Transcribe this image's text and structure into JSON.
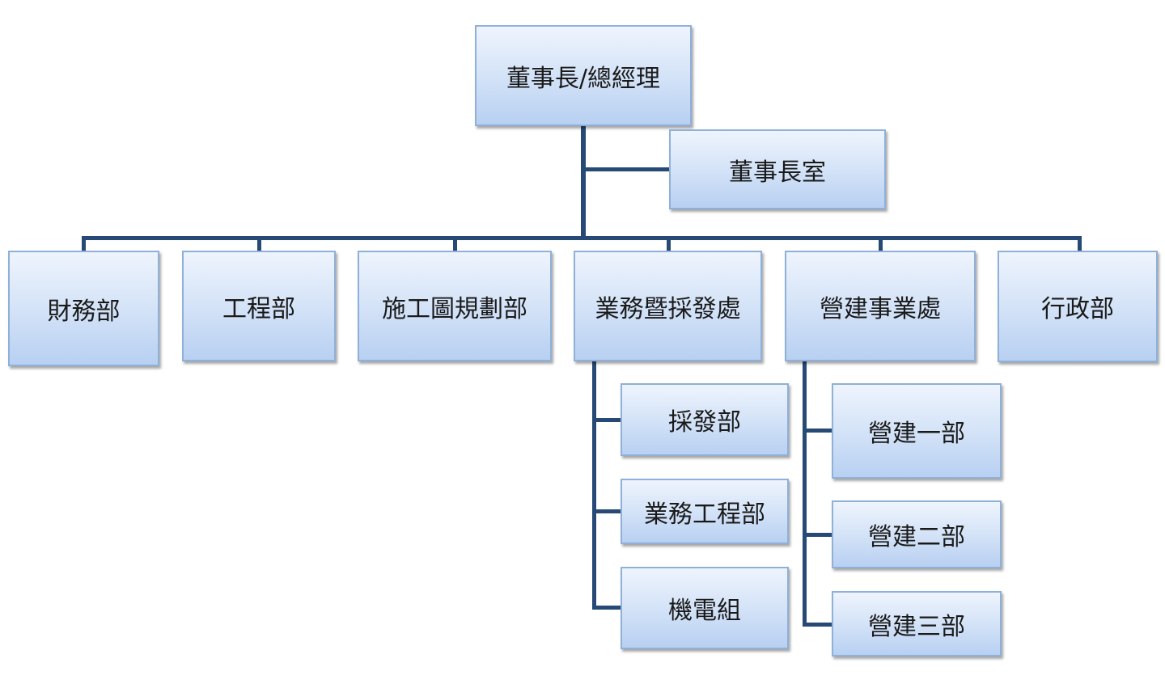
{
  "org_chart": {
    "root": {
      "label": "董事長/總經理"
    },
    "assistant": {
      "label": "董事長室"
    },
    "departments": [
      {
        "label": "財務部",
        "children": []
      },
      {
        "label": "工程部",
        "children": []
      },
      {
        "label": "施工圖規劃部",
        "children": []
      },
      {
        "label": "業務暨採發處",
        "children": [
          {
            "label": "採發部"
          },
          {
            "label": "業務工程部"
          },
          {
            "label": "機電組"
          }
        ]
      },
      {
        "label": "營建事業處",
        "children": [
          {
            "label": "營建一部"
          },
          {
            "label": "營建二部"
          },
          {
            "label": "營建三部"
          }
        ]
      },
      {
        "label": "行政部",
        "children": []
      }
    ],
    "colors": {
      "connector": "#264a75",
      "box_border": "#8fb0d8",
      "box_fill_top": "#eef4fd",
      "box_fill_bottom": "#b8d0f2",
      "text": "#1a1a1a"
    }
  }
}
